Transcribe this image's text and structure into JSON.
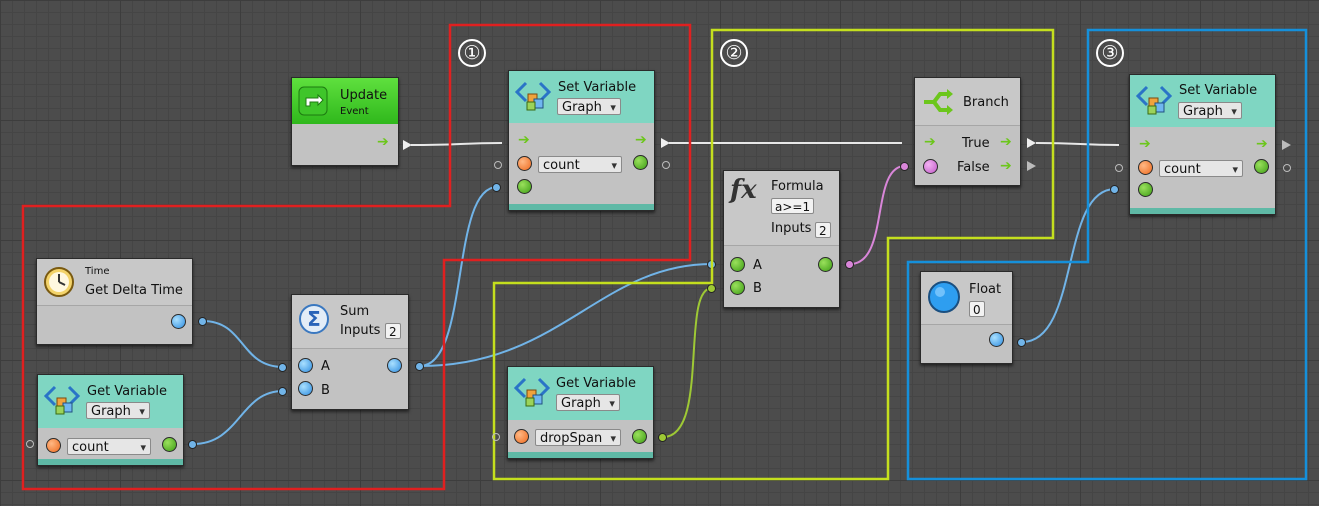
{
  "colors": {
    "region_1": "#e02020",
    "region_2": "#c4df1e",
    "region_3": "#1590db",
    "flow_wire": "#e8e8e8",
    "float_wire": "#71b4e8",
    "bool_wire": "#9ec935",
    "pink_wire": "#d986d9"
  },
  "regions": [
    {
      "label": "①"
    },
    {
      "label": "②"
    },
    {
      "label": "③"
    }
  ],
  "nodes": {
    "update": {
      "title": "Update",
      "subtitle": "Event",
      "icon": "loop-icon"
    },
    "set_variable_1": {
      "title": "Set Variable",
      "scope": "Graph",
      "name": "count",
      "icon": "variable-icon"
    },
    "branch": {
      "title": "Branch",
      "true_label": "True",
      "false_label": "False",
      "icon": "branch-icon"
    },
    "set_variable_2": {
      "title": "Set Variable",
      "scope": "Graph",
      "name": "count",
      "icon": "variable-icon"
    },
    "formula": {
      "title": "Formula",
      "expression": "a>=1",
      "inputs_label": "Inputs",
      "inputs_count": "2",
      "input_a": "A",
      "input_b": "B",
      "icon": "fx-icon"
    },
    "time": {
      "subtitle": "Time",
      "title": "Get Delta Time",
      "icon": "clock-icon"
    },
    "sum": {
      "title": "Sum",
      "inputs_label": "Inputs",
      "inputs_count": "2",
      "input_a": "A",
      "input_b": "B",
      "icon": "sigma-icon"
    },
    "get_variable_1": {
      "title": "Get Variable",
      "scope": "Graph",
      "name": "count",
      "icon": "variable-icon"
    },
    "get_variable_2": {
      "title": "Get Variable",
      "scope": "Graph",
      "name": "dropSpan",
      "icon": "variable-icon"
    },
    "float": {
      "title": "Float",
      "value": "0",
      "icon": "float-icon"
    }
  }
}
